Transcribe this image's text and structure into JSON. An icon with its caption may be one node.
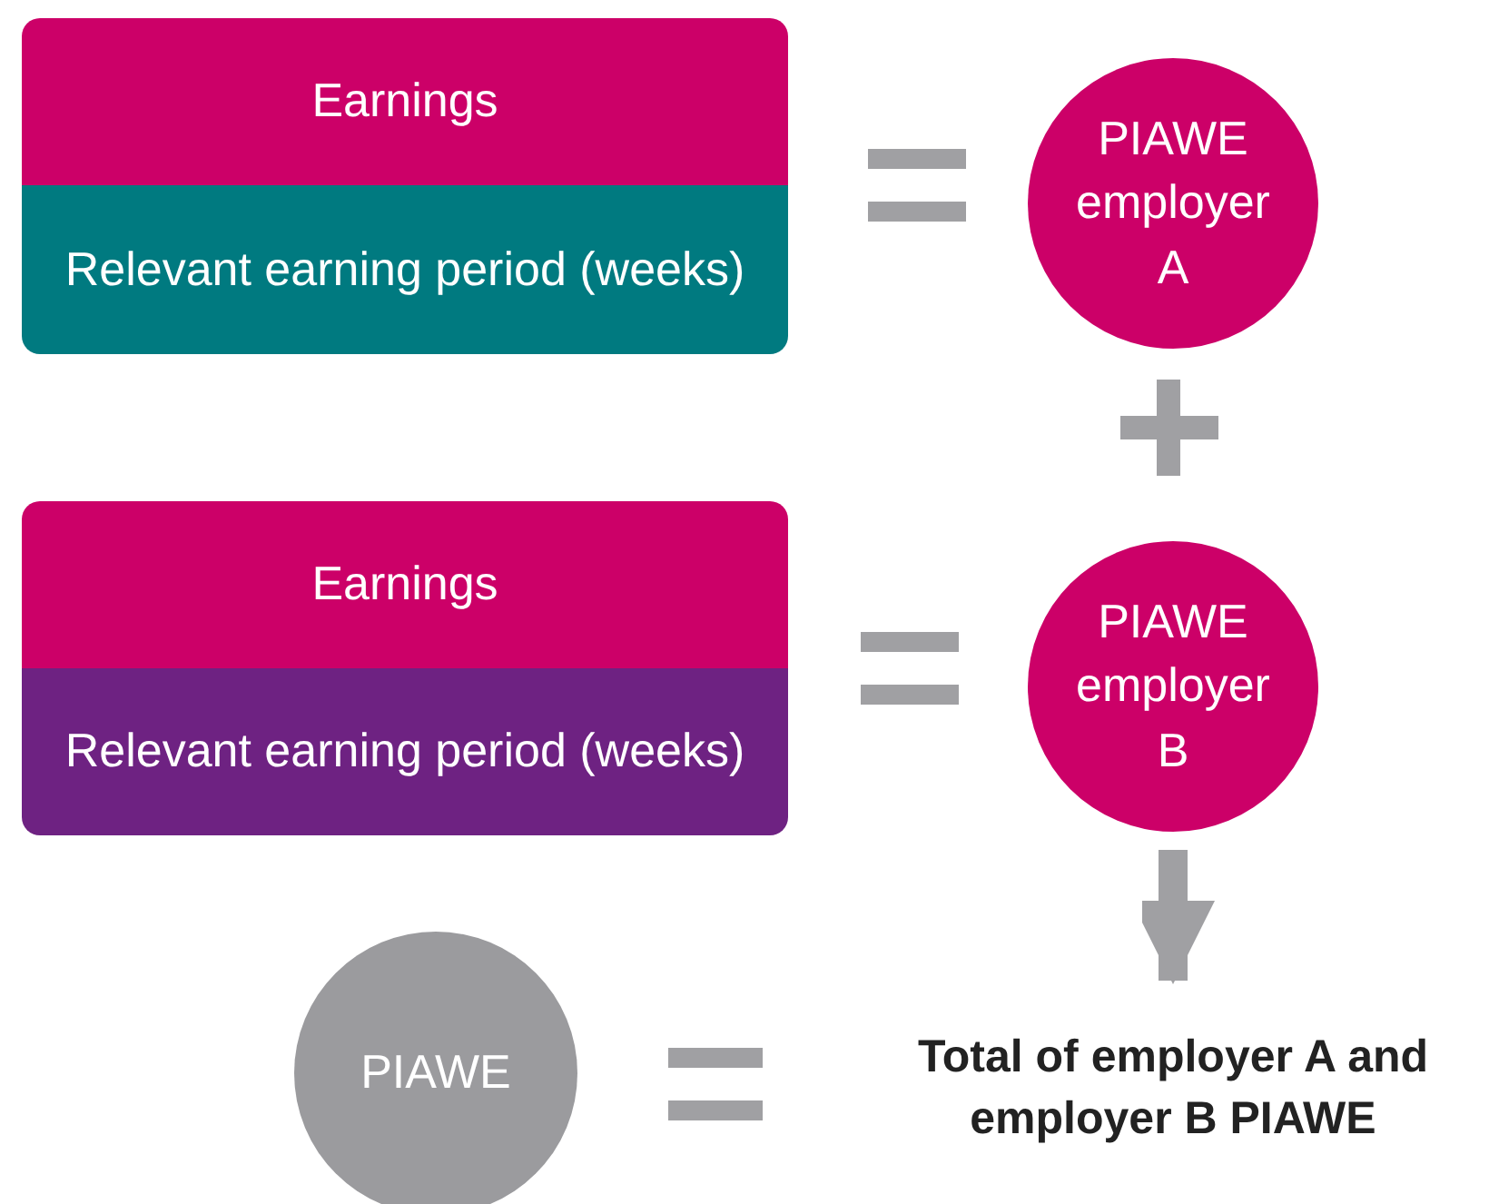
{
  "diagram": {
    "nodes": [
      {
        "text": [
          "Earnings"
        ]
      },
      {
        "text": [
          "Relevant earning period (weeks)"
        ]
      },
      {
        "text": [
          "PIAWE employer A"
        ]
      },
      {
        "text": [
          "Earnings"
        ]
      },
      {
        "text": [
          "Relevant earning period (weeks)"
        ]
      },
      {
        "text": [
          "PIAWE employer B"
        ]
      },
      {
        "text": [
          "PIAWE"
        ]
      },
      {
        "text": [
          "Total of employer A and employer B PIAWE"
        ]
      }
    ],
    "edges": [
      {
        "from": 5,
        "to": 7,
        "arrow": "to"
      }
    ]
  }
}
